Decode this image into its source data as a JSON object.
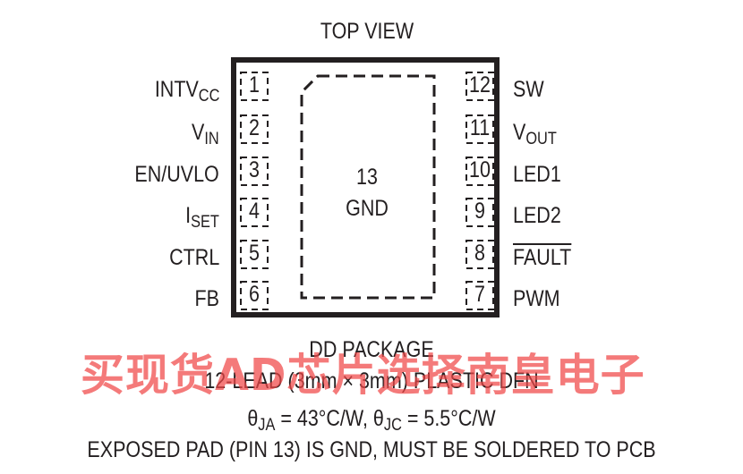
{
  "top_label": "TOP VIEW",
  "pins_left": [
    {
      "base": "INTV",
      "sub": "CC",
      "num": "1"
    },
    {
      "base": "V",
      "sub": "IN",
      "num": "2"
    },
    {
      "base": "EN/UVLO",
      "sub": "",
      "num": "3"
    },
    {
      "base": "I",
      "sub": "SET",
      "num": "4"
    },
    {
      "base": "CTRL",
      "sub": "",
      "num": "5"
    },
    {
      "base": "FB",
      "sub": "",
      "num": "6"
    }
  ],
  "pins_right": [
    {
      "base": "SW",
      "sub": "",
      "num": "12"
    },
    {
      "base": "V",
      "sub": "OUT",
      "num": "11"
    },
    {
      "base": "LED1",
      "sub": "",
      "num": "10"
    },
    {
      "base": "LED2",
      "sub": "",
      "num": "9"
    },
    {
      "base": "FAULT",
      "sub": "",
      "num": "8",
      "overline": true
    },
    {
      "base": "PWM",
      "sub": "",
      "num": "7"
    }
  ],
  "pad": {
    "num": "13",
    "name": "GND"
  },
  "package_name": "DD PACKAGE",
  "package_desc": "12-LEAD (3mm × 3mm) PLASTIC DFN",
  "thermal": {
    "theta": "θ",
    "ja_sub": "JA",
    "ja_text": " = 43°C/W, ",
    "jc_sub": "JC",
    "jc_text": " = 5.5°C/W"
  },
  "note": "EXPOSED PAD (PIN 13) IS GND, MUST BE SOLDERED TO PCB",
  "watermark": "买现货AD芯片选择南皇电子"
}
